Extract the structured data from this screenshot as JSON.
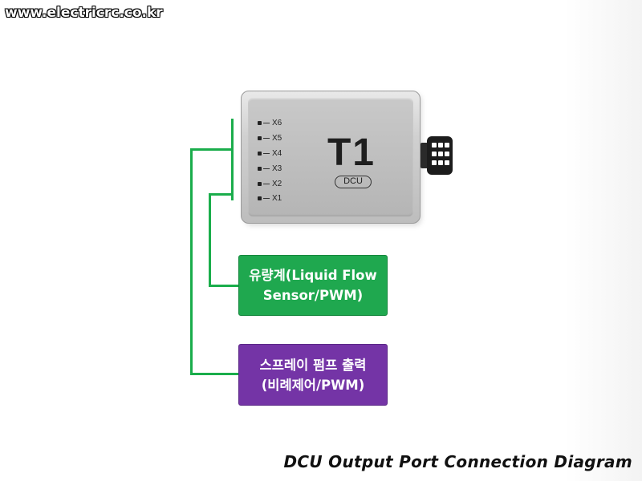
{
  "header": {
    "website": "www.electricrc.co.kr"
  },
  "device": {
    "logo": "T1",
    "badge": "DCU",
    "ports": [
      "X6",
      "X5",
      "X4",
      "X3",
      "X2",
      "X1"
    ]
  },
  "outputs": [
    {
      "line1": "유량계(Liquid Flow",
      "line2": "Sensor/PWM)",
      "color": "#1fa84f"
    },
    {
      "line1": "스프레이 펌프 출력",
      "line2": "(비례제어/PWM)",
      "color": "#7434a6"
    }
  ],
  "wire_color": "#1aad4b",
  "caption": "DCU Output Port Connection Diagram"
}
